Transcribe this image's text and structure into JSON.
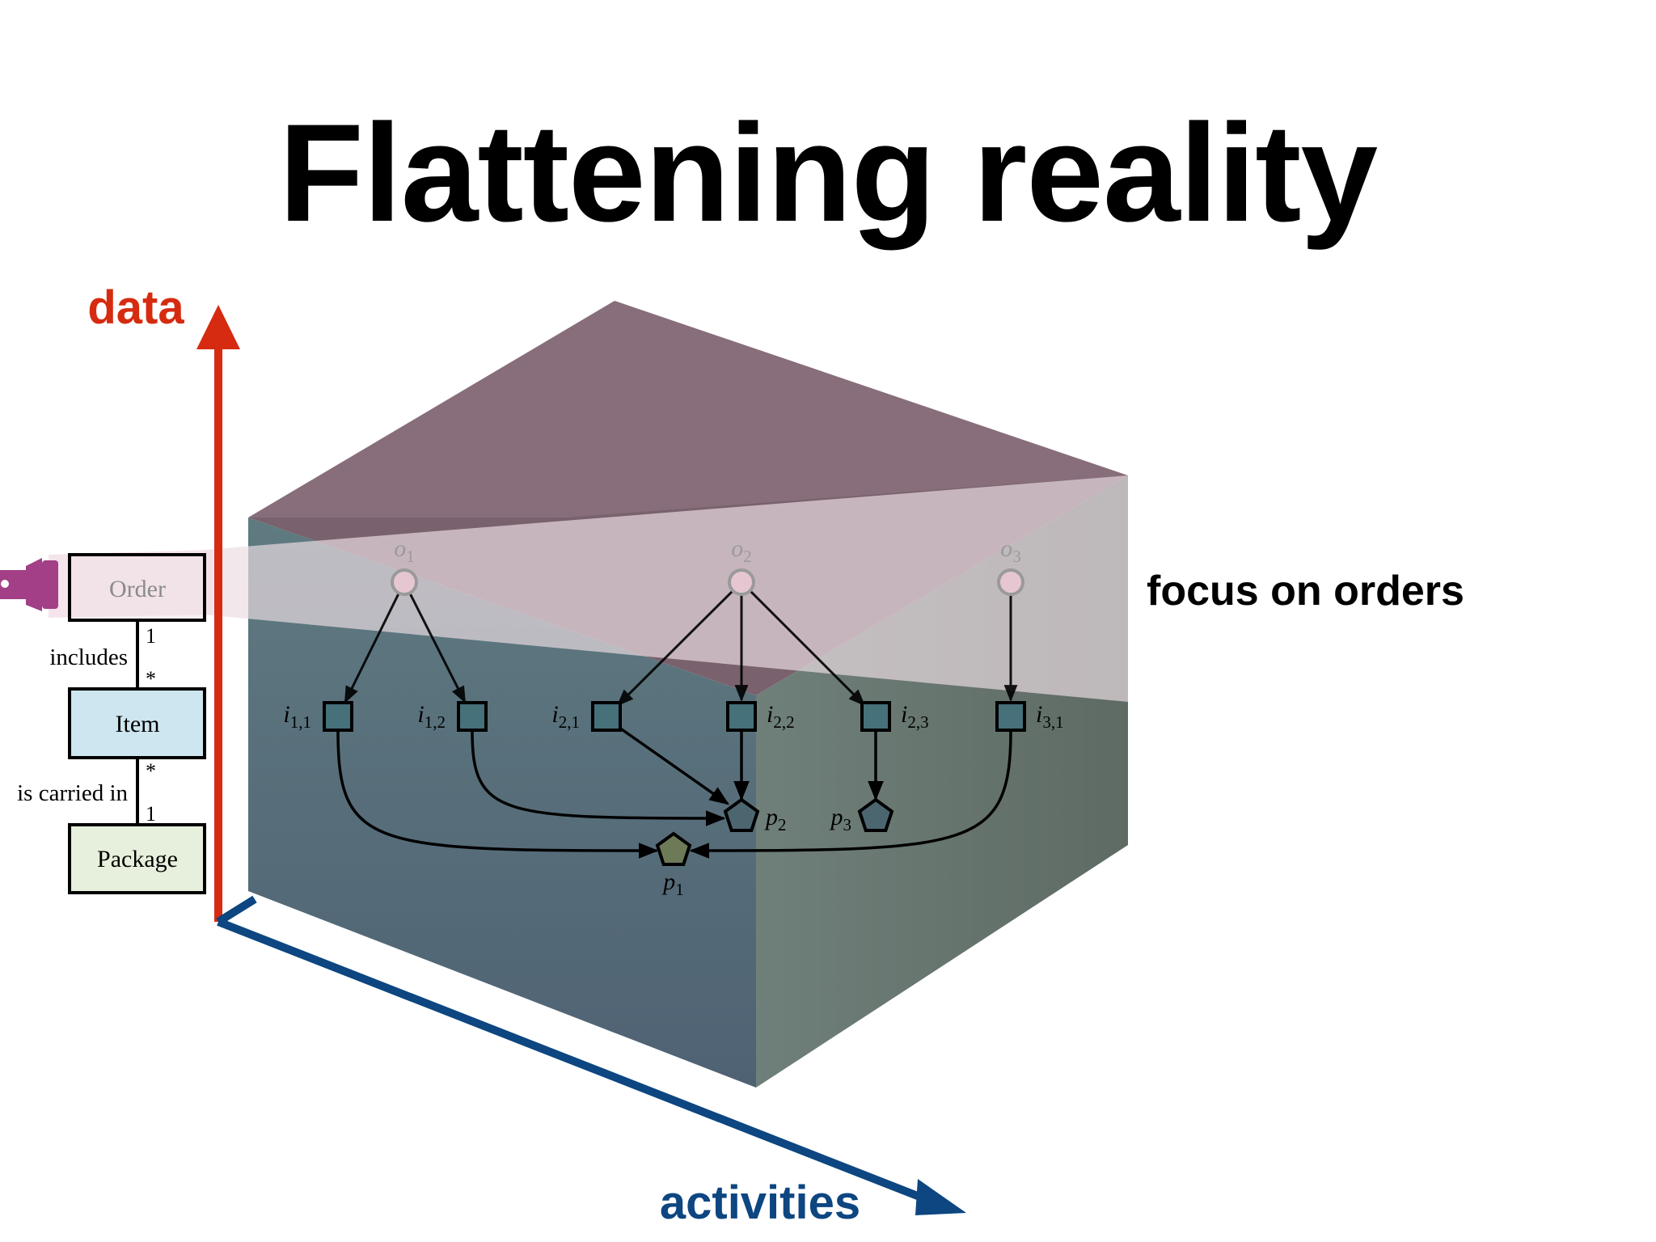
{
  "title": "Flattening reality",
  "axes": {
    "y_label": "data",
    "x_label": "activities",
    "y_color": "#d62b10",
    "x_color": "#0d4680"
  },
  "focus_label": "focus on orders",
  "uml": {
    "classes": [
      "Order",
      "Item",
      "Package"
    ],
    "association_top": {
      "label": "includes",
      "top_mult": "1",
      "bottom_mult": "*"
    },
    "association_bottom": {
      "label": "is carried in",
      "top_mult": "*",
      "bottom_mult": "1"
    },
    "colors": {
      "item": "#cde6ef",
      "package": "#e6f0dc",
      "flashlight": "#a23f86"
    }
  },
  "graph": {
    "orders": [
      {
        "id": "o1",
        "base": "o",
        "sub": "1"
      },
      {
        "id": "o2",
        "base": "o",
        "sub": "2"
      },
      {
        "id": "o3",
        "base": "o",
        "sub": "3"
      }
    ],
    "items": [
      {
        "id": "i11",
        "base": "i",
        "sub": "1,1",
        "order": "o1"
      },
      {
        "id": "i12",
        "base": "i",
        "sub": "1,2",
        "order": "o1"
      },
      {
        "id": "i21",
        "base": "i",
        "sub": "2,1",
        "order": "o2"
      },
      {
        "id": "i22",
        "base": "i",
        "sub": "2,2",
        "order": "o2"
      },
      {
        "id": "i23",
        "base": "i",
        "sub": "2,3",
        "order": "o2"
      },
      {
        "id": "i31",
        "base": "i",
        "sub": "3,1",
        "order": "o3"
      }
    ],
    "packages": [
      {
        "id": "p1",
        "base": "p",
        "sub": "1"
      },
      {
        "id": "p2",
        "base": "p",
        "sub": "2"
      },
      {
        "id": "p3",
        "base": "p",
        "sub": "3"
      }
    ],
    "item_package_edges": [
      [
        "i11",
        "p1"
      ],
      [
        "i12",
        "p2"
      ],
      [
        "i21",
        "p2"
      ],
      [
        "i22",
        "p2"
      ],
      [
        "i23",
        "p3"
      ],
      [
        "i31",
        "p1"
      ]
    ]
  }
}
